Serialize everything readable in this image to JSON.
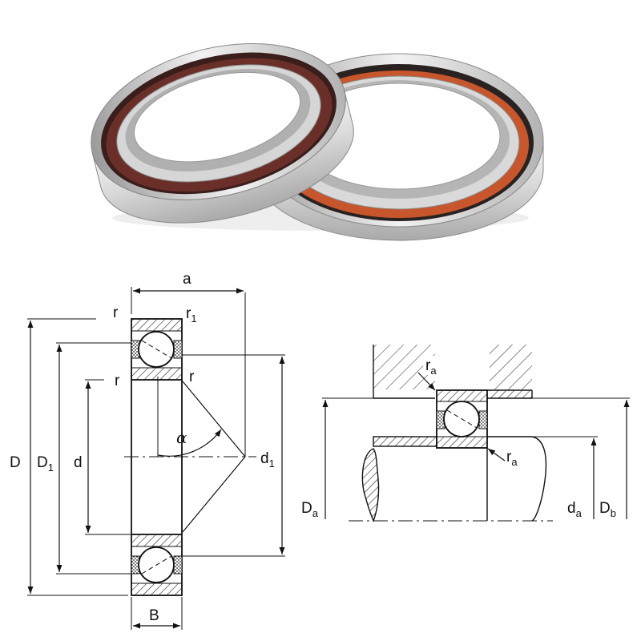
{
  "photo": {
    "subject": "angular contact ball bearing pair",
    "colors": {
      "steel_light": "#ececec",
      "steel_mid": "#c4c4c4",
      "steel_dark": "#8e8e8e",
      "cage_brown": "#6b2f2a",
      "cage_orange": "#c8562c"
    }
  },
  "diagram_left": {
    "labels": {
      "a": "a",
      "r_top": "r",
      "r1": "r",
      "r1_sub": "1",
      "r_mid_left": "r",
      "r_mid_right": "r",
      "alpha": "α",
      "D": "D",
      "D1": "D",
      "D1_sub": "1",
      "d": "d",
      "d1": "d",
      "d1_sub": "1",
      "B": "B"
    }
  },
  "diagram_right": {
    "labels": {
      "ra_top": "r",
      "ra_top_sub": "a",
      "ra_right": "r",
      "ra_right_sub": "a",
      "Da": "D",
      "Da_sub": "a",
      "da": "d",
      "da_sub": "a",
      "Db": "D",
      "Db_sub": "b"
    }
  }
}
